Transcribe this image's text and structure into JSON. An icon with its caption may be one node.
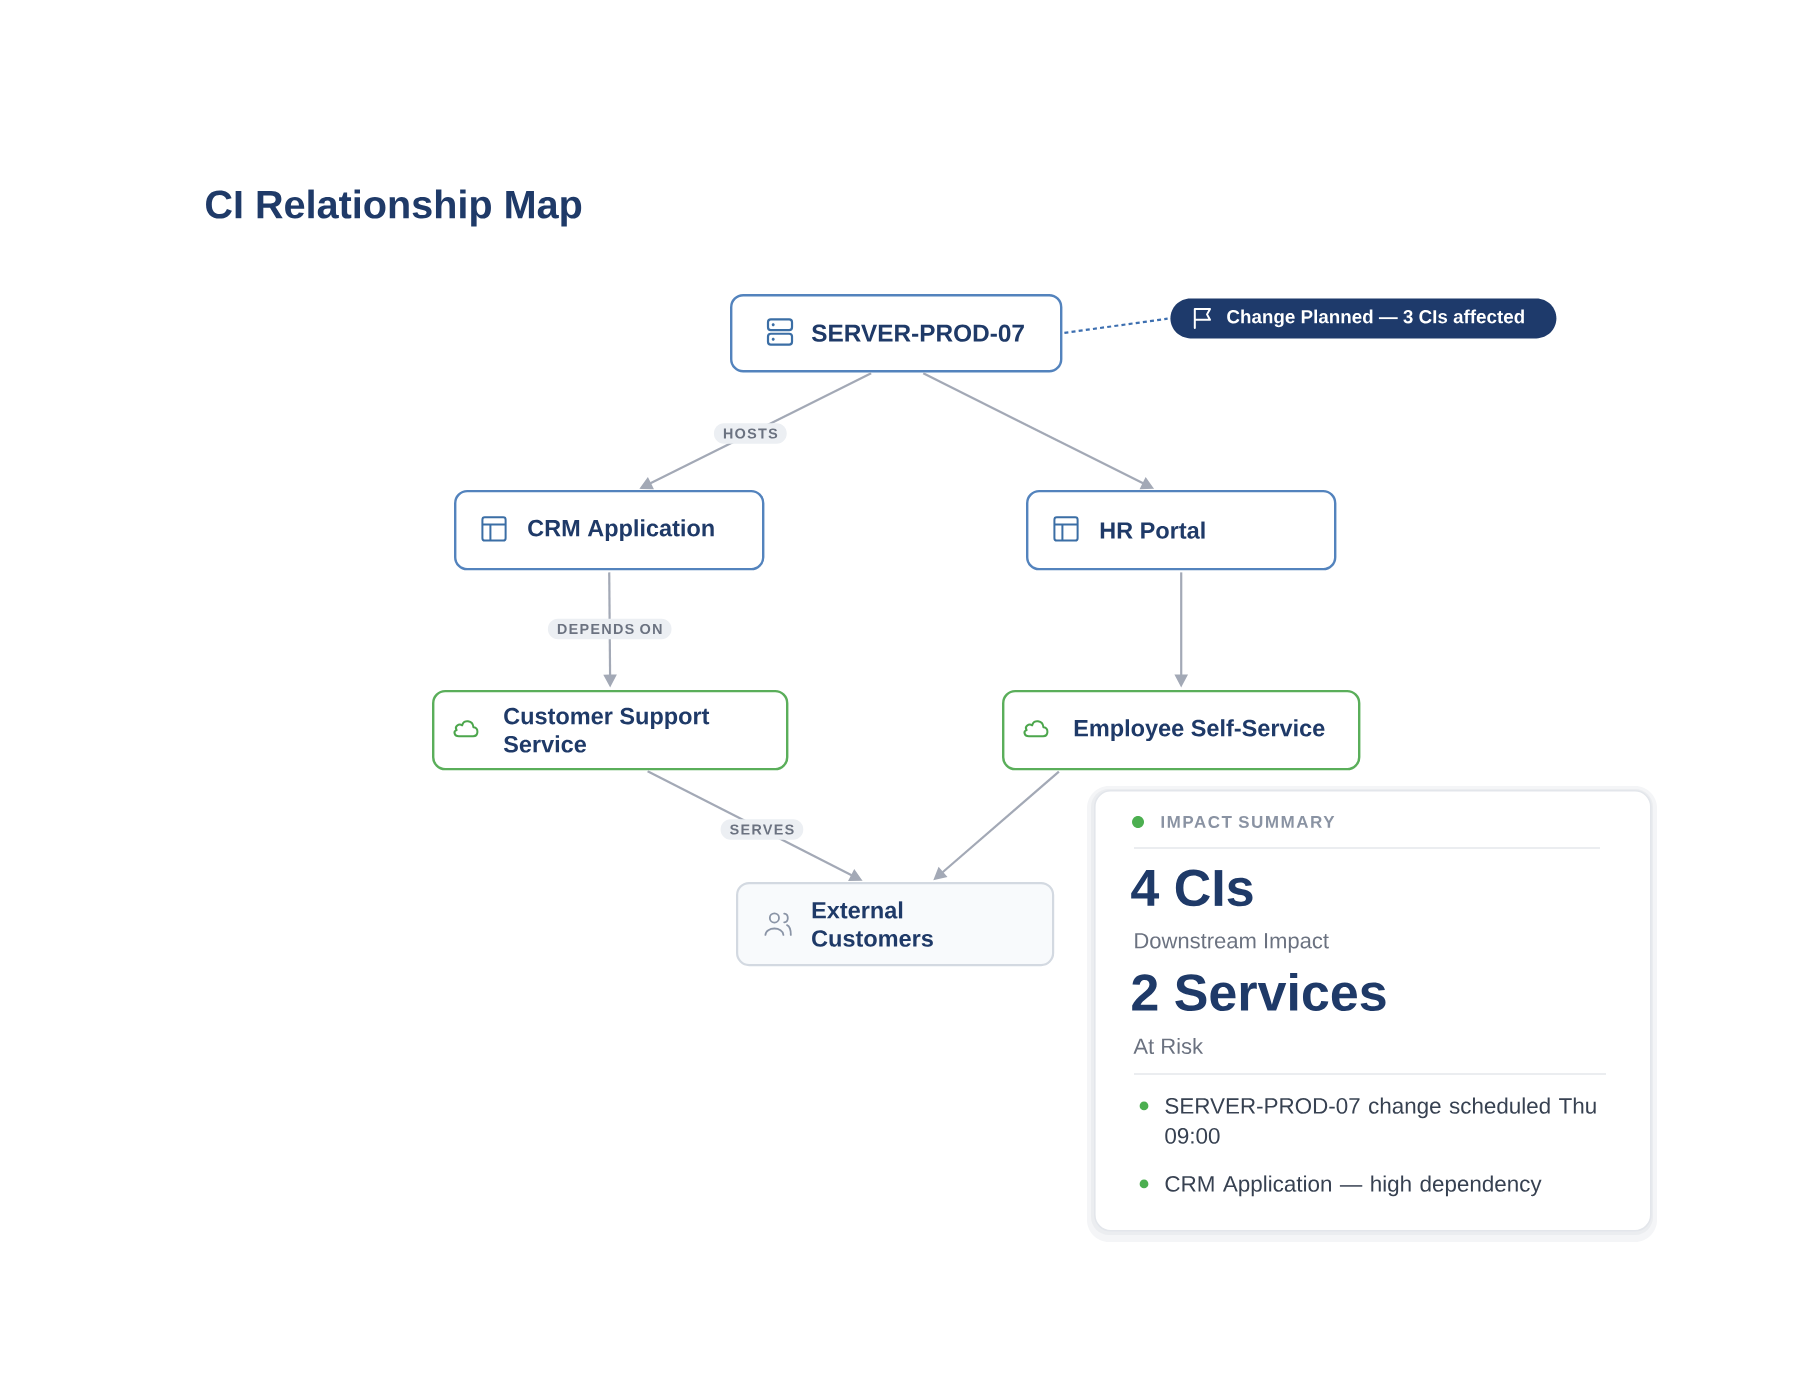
{
  "diagram": {
    "title": "CI Relationship Map",
    "nodes": [
      {
        "text": [
          "SERVER-PROD-07"
        ]
      },
      {
        "text": [
          "Change Planned — 3 CIs affected"
        ]
      },
      {
        "text": [
          "CRM Application"
        ]
      },
      {
        "text": [
          "HR Portal"
        ]
      },
      {
        "text": [
          "Customer Support Service"
        ]
      },
      {
        "text": [
          "Employee Self-Service"
        ]
      },
      {
        "text": [
          "External Customers"
        ]
      },
      {
        "text": [
          "IMPACT SUMMARY",
          "4 CIs",
          "Downstream Impact",
          "2 Services",
          "At Risk",
          "SERVER-PROD-07 change scheduled Thu 09:00",
          "CRM Application — high dependency"
        ]
      }
    ],
    "edges": [
      {
        "from": 0,
        "to": 2,
        "arrow": "to",
        "label": "HOSTS"
      },
      {
        "from": 0,
        "to": 3,
        "arrow": "to"
      },
      {
        "from": 2,
        "to": 4,
        "arrow": "to",
        "label": "DEPENDS ON"
      },
      {
        "from": 3,
        "to": 5,
        "arrow": "to"
      },
      {
        "from": 4,
        "to": 6,
        "arrow": "to",
        "label": "SERVES"
      },
      {
        "from": 5,
        "to": 6,
        "arrow": "to"
      },
      {
        "from": 0,
        "to": 1,
        "arrow": "none",
        "style": "dashed",
        "color": "#3d6fb0"
      }
    ]
  }
}
